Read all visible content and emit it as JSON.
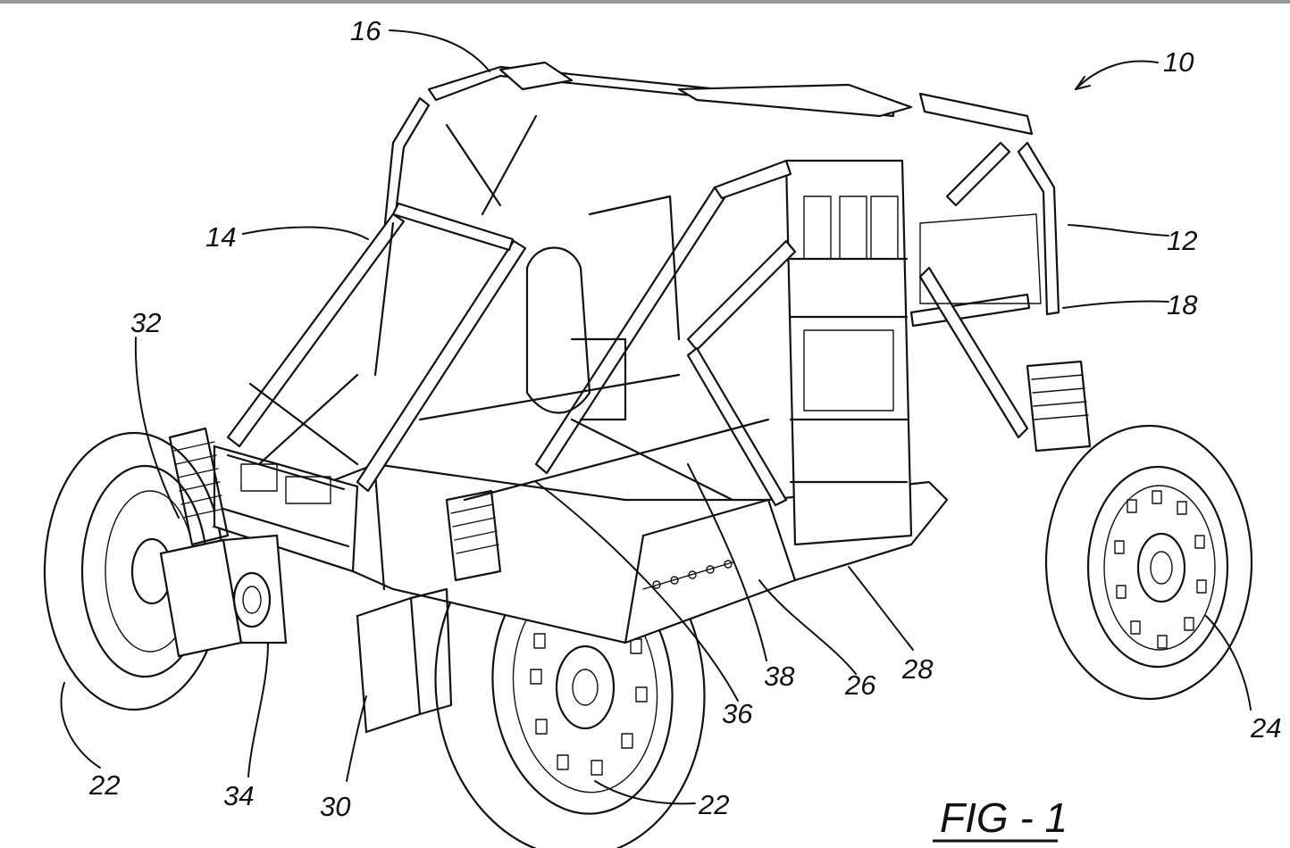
{
  "figure": {
    "caption": "FIG - 1"
  },
  "reference_numerals": {
    "n10": "10",
    "n12": "12",
    "n14": "14",
    "n16": "16",
    "n18": "18",
    "n22a": "22",
    "n22b": "22",
    "n24": "24",
    "n26": "26",
    "n28": "28",
    "n30": "30",
    "n32": "32",
    "n34": "34",
    "n36": "36",
    "n38": "38"
  }
}
